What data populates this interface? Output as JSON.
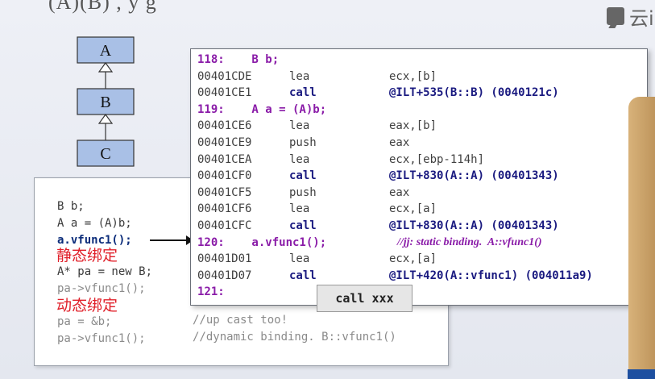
{
  "header": {
    "partial_title": "(A)(B)  , y  g",
    "logo_text": "云i"
  },
  "uml": {
    "class_a": "A",
    "class_b": "B",
    "class_c": "C"
  },
  "code": {
    "lines": [
      "B b;",
      "A a = (A)b;",
      "a.vfunc1();",
      "A* pa = new B;",
      "pa->vfunc1();",
      "pa = &b;",
      "pa->vfunc1();"
    ],
    "comments": {
      "line6": "//up cast too!",
      "line7": "//dynamic binding. B::vfunc1()"
    },
    "label_static": "静态绑定",
    "label_dynamic": "动态绑定"
  },
  "asm": {
    "rows": [
      {
        "type": "src",
        "text": "118:    B b;"
      },
      {
        "type": "ins",
        "addr": "00401CDE",
        "op": "lea",
        "arg": "ecx,[b]"
      },
      {
        "type": "ins",
        "addr": "00401CE1",
        "op": "call",
        "arg": "@ILT+535(B::B) (0040121c)",
        "bold": true
      },
      {
        "type": "src",
        "text": "119:    A a = (A)b;"
      },
      {
        "type": "ins",
        "addr": "00401CE6",
        "op": "lea",
        "arg": "eax,[b]"
      },
      {
        "type": "ins",
        "addr": "00401CE9",
        "op": "push",
        "arg": "eax"
      },
      {
        "type": "ins",
        "addr": "00401CEA",
        "op": "lea",
        "arg": "ecx,[ebp-114h]"
      },
      {
        "type": "ins",
        "addr": "00401CF0",
        "op": "call",
        "arg": "@ILT+830(A::A) (00401343)",
        "bold": true
      },
      {
        "type": "ins",
        "addr": "00401CF5",
        "op": "push",
        "arg": "eax"
      },
      {
        "type": "ins",
        "addr": "00401CF6",
        "op": "lea",
        "arg": "ecx,[a]"
      },
      {
        "type": "ins",
        "addr": "00401CFC",
        "op": "call",
        "arg": "@ILT+830(A::A) (00401343)",
        "bold": true
      },
      {
        "type": "src",
        "text": "120:    a.vfunc1();",
        "note": "//jj: static binding.  A::vfunc1()"
      },
      {
        "type": "ins",
        "addr": "00401D01",
        "op": "lea",
        "arg": "ecx,[a]"
      },
      {
        "type": "ins",
        "addr": "00401D07",
        "op": "call",
        "arg": "@ILT+420(A::vfunc1) (004011a9)",
        "bold": true
      },
      {
        "type": "src",
        "text": "121:"
      }
    ],
    "callbox": "call xxx"
  }
}
